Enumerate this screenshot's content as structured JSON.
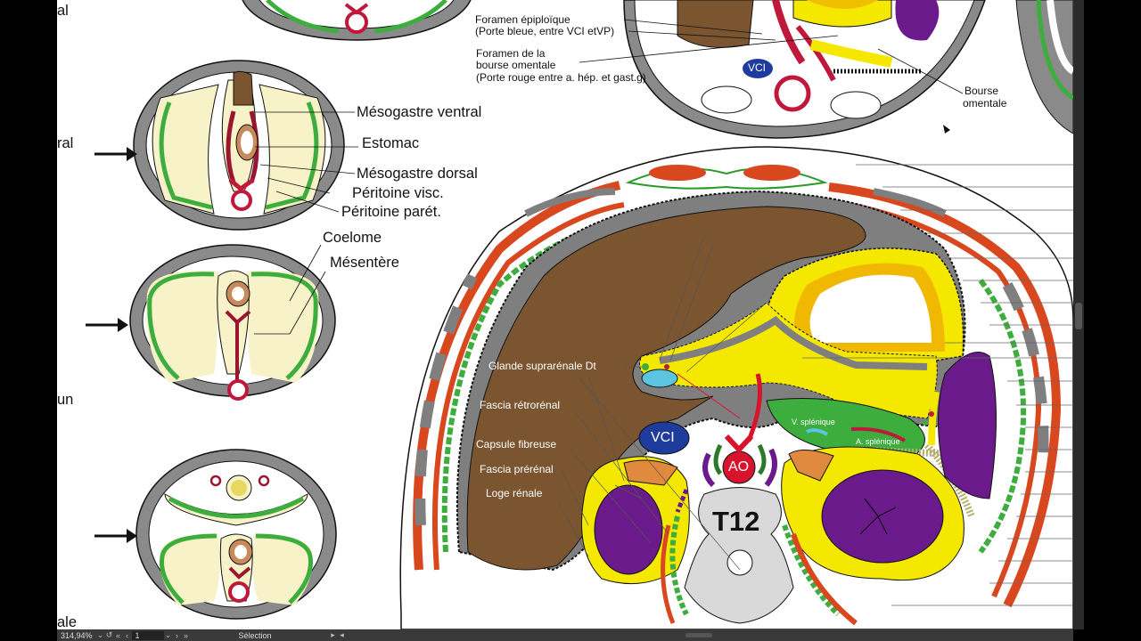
{
  "left_cutoff_labels": [
    "al",
    "ral",
    "un",
    "ale"
  ],
  "embryo_labels": {
    "mesogastre_ventral": "Mésogastre ventral",
    "estomac": "Estomac",
    "mesogastre_dorsal": "Mésogastre dorsal",
    "peritoine_visc": "Péritoine visc.",
    "peritoine_paret": "Péritoine parét.",
    "coelome": "Coelome",
    "mesentere": "Mésentère"
  },
  "top_labels": {
    "foramen_epiploique": "Foramen épiploïque",
    "foramen_epiploique_sub": "(Porte bleue, entre VCI etVP)",
    "foramen_bourse_1": "Foramen de la",
    "foramen_bourse_2": "bourse omentale",
    "foramen_bourse_sub": "(Porte rouge entre a. hép. et gast.g)",
    "vci_small": "VCI",
    "bourse_1": "Bourse",
    "bourse_2": "omentale"
  },
  "section_labels": {
    "glande": "Glande suprarénale Dt",
    "fascia_retro": "Fascia rétrorénal",
    "capsule": "Capsule fibreuse",
    "fascia_pre": "Fascia prérénal",
    "loge": "Loge rénale",
    "vci": "VCI",
    "ao": "AO",
    "t12": "T12",
    "v_splenique": "V. splénique",
    "a_splenique": "A. splénique"
  },
  "status_bar": {
    "zoom": "314,94%",
    "page": "1",
    "mode": "Sélection"
  },
  "colors": {
    "liver": "#7a5530",
    "yellow": "#f5e800",
    "purple": "#6a1a8a",
    "green": "#3dae3d",
    "red_muscle": "#d9471f",
    "gray": "#7f7f7f",
    "blue": "#1e3c9c",
    "crimson": "#c0183c",
    "cream": "#f7f2c8"
  }
}
